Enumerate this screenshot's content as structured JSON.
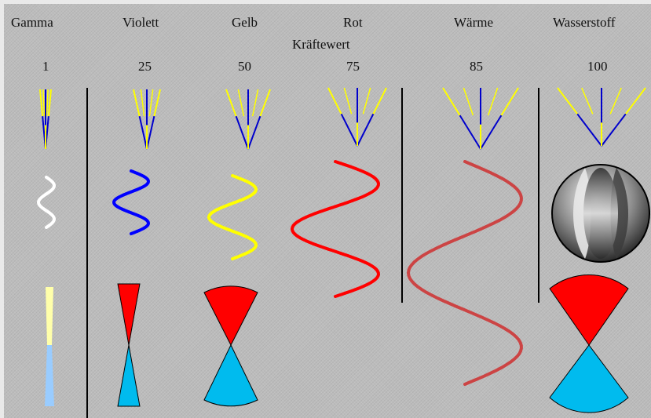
{
  "title": "Kräftewert",
  "colors": {
    "background": "#bcbcbc",
    "arrow_outer": "#ffff00",
    "arrow_inner": "#0000cc",
    "gamma_wave": "#ffffff",
    "violett_wave": "#0000ff",
    "gelb_wave": "#ffff00",
    "rot_wave": "#ff0000",
    "waerme_wave": "#cc4444",
    "cone_top": "#ff0000",
    "cone_bottom": "#00bbee",
    "gamma_top": "#ffffaa",
    "gamma_bottom": "#99ccff"
  },
  "columns": [
    {
      "name": "Gamma",
      "value": "1"
    },
    {
      "name": "Violett",
      "value": "25"
    },
    {
      "name": "Gelb",
      "value": "50"
    },
    {
      "name": "Rot",
      "value": "75"
    },
    {
      "name": "Wärme",
      "value": "85"
    },
    {
      "name": "Wasserstoff",
      "value": "100"
    }
  ]
}
